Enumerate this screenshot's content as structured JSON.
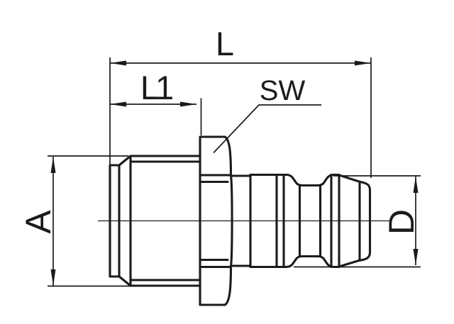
{
  "drawing": {
    "labels": {
      "overall_length": "L",
      "thread_length": "L1",
      "wrench_size": "SW",
      "thread_diameter": "A",
      "plug_diameter": "D"
    },
    "colors": {
      "line": "#1b1b1b",
      "background": "#ffffff"
    }
  }
}
